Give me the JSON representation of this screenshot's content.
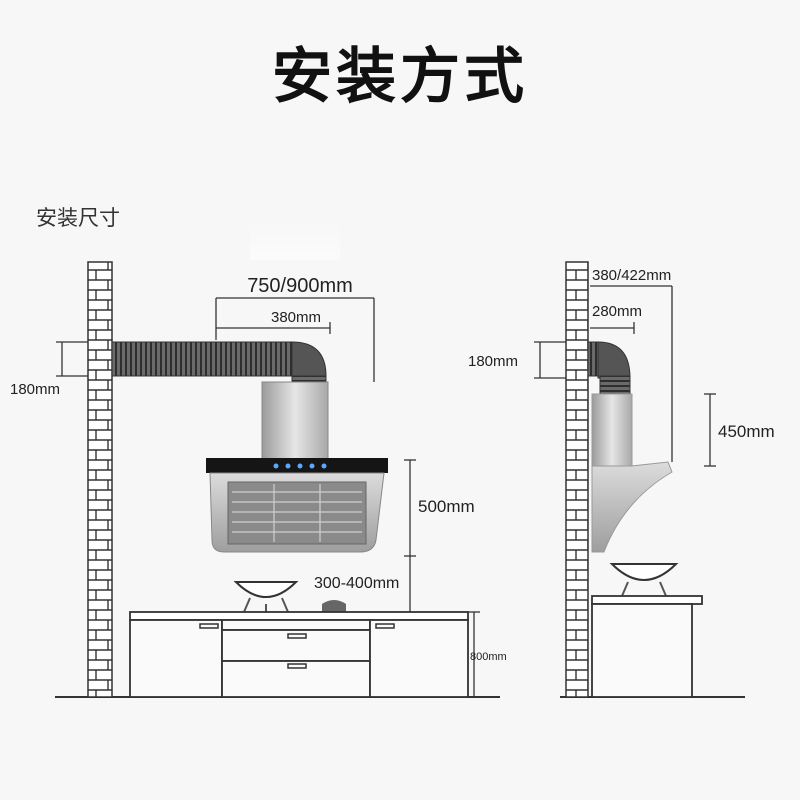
{
  "title": "安装方式",
  "subtitle": "安装尺寸",
  "front_view": {
    "width_label": "750/900mm",
    "duct_label": "380mm",
    "duct_height_label": "180mm",
    "hood_height_label": "500mm",
    "pan_gap_label": "300-400mm",
    "cabinet_height_label": "800mm"
  },
  "side_view": {
    "depth_label": "380/422mm",
    "duct_label": "280mm",
    "duct_height_label": "180mm",
    "chimney_height_label": "450mm"
  },
  "colors": {
    "background": "#f7f7f7",
    "line": "#333333",
    "brick": "#ffffff",
    "duct": "#555555",
    "steel": "#bdbdbd",
    "control_panel": "#151515"
  }
}
